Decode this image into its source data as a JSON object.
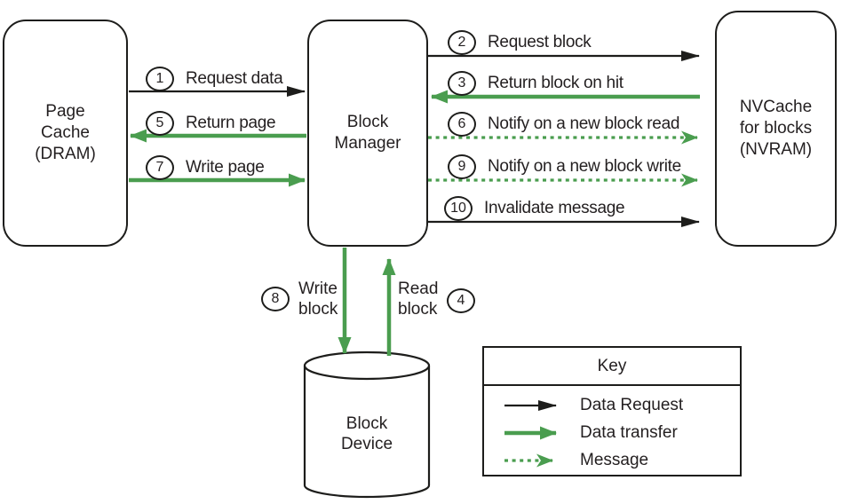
{
  "nodes": {
    "page_cache": {
      "label": "Page\nCache\n(DRAM)"
    },
    "block_manager": {
      "label": "Block\nManager"
    },
    "nvcache": {
      "label": "NVCache\nfor blocks\n(NVRAM)"
    },
    "block_device": {
      "label": "Block\nDevice"
    }
  },
  "steps": {
    "s1": {
      "num": "1",
      "label": "Request data"
    },
    "s2": {
      "num": "2",
      "label": "Request block"
    },
    "s3": {
      "num": "3",
      "label": "Return block on hit"
    },
    "s4": {
      "num": "4",
      "label": "Read\nblock"
    },
    "s5": {
      "num": "5",
      "label": "Return page"
    },
    "s6": {
      "num": "6",
      "label": "Notify on a new block read"
    },
    "s7": {
      "num": "7",
      "label": "Write page"
    },
    "s8": {
      "num": "8",
      "label": "Write\nblock"
    },
    "s9": {
      "num": "9",
      "label": "Notify on a new block write"
    },
    "s10": {
      "num": "10",
      "label": "Invalidate message"
    }
  },
  "key": {
    "title": "Key",
    "items": [
      {
        "label": "Data Request",
        "type": "request"
      },
      {
        "label": "Data transfer",
        "type": "transfer"
      },
      {
        "label": "Message",
        "type": "message"
      }
    ]
  },
  "colors": {
    "line_black": "#1d1d1b",
    "line_green": "#4a9d4f"
  }
}
